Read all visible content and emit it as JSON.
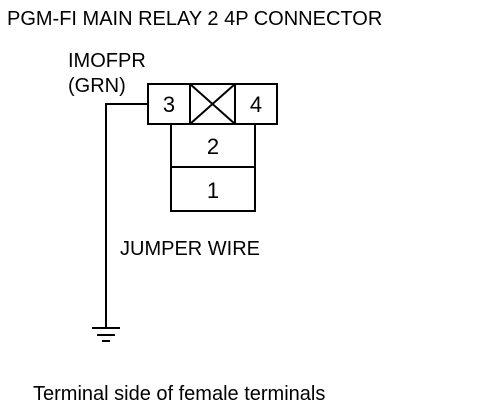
{
  "title": "PGM-FI MAIN RELAY 2 4P CONNECTOR",
  "wire": {
    "signal": "IMOFPR",
    "color": "(GRN)"
  },
  "connector": {
    "pins": {
      "p3": "3",
      "p4": "4",
      "p2": "2",
      "p1": "1"
    }
  },
  "jumper_label": "JUMPER WIRE",
  "caption": "Terminal side of female terminals",
  "colors": {
    "line": "#000000",
    "background": "#ffffff"
  },
  "icons": {
    "blocked_cavity": "x-box-icon",
    "ground": "ground-icon"
  }
}
